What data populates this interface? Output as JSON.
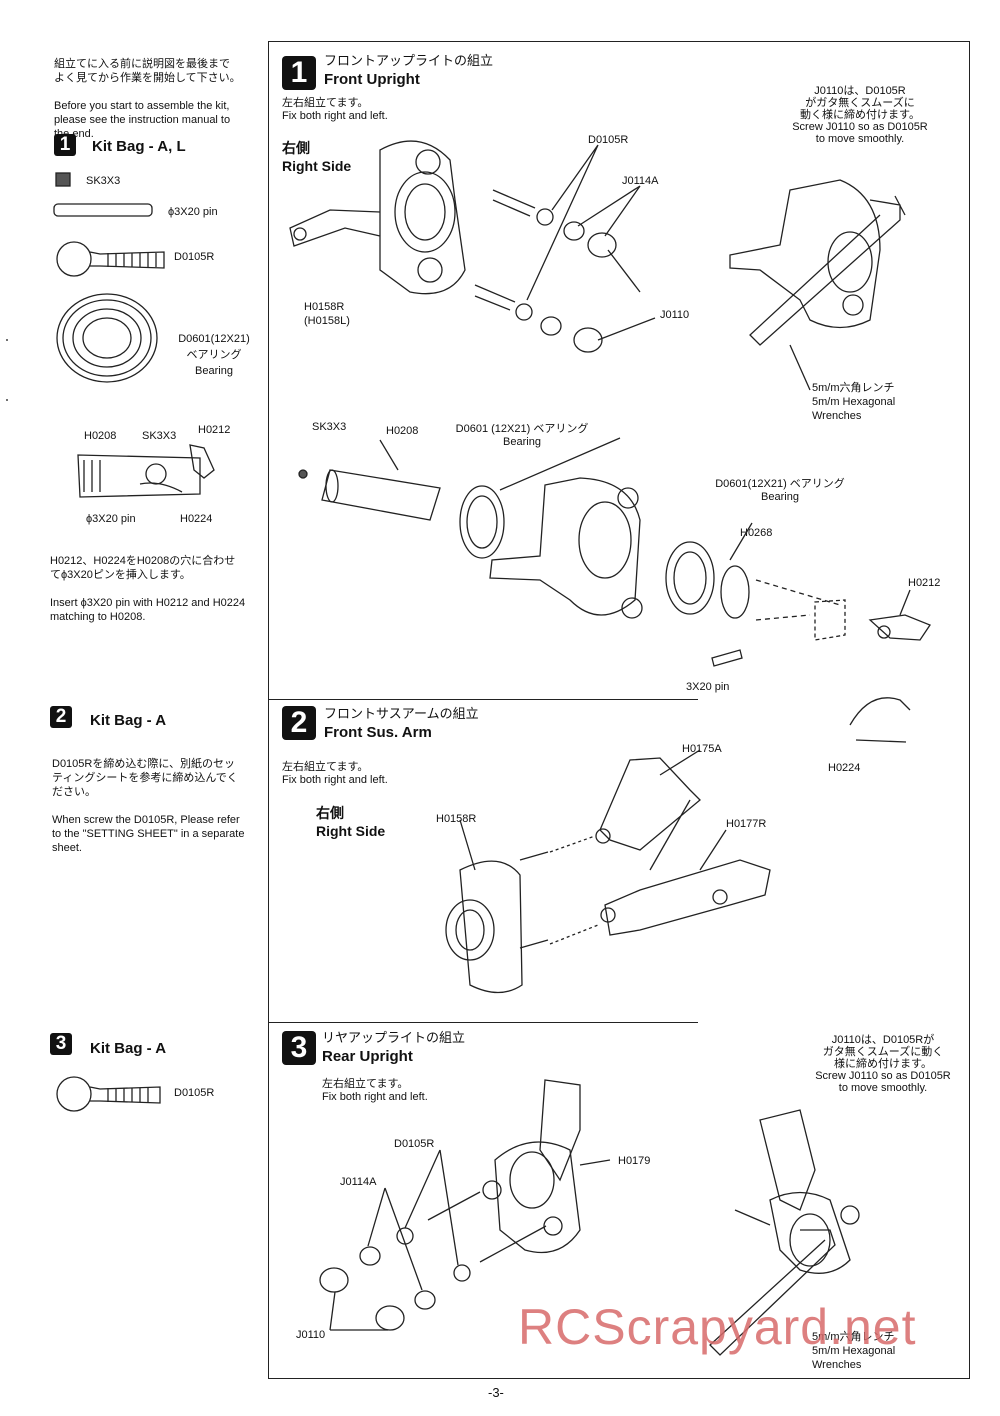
{
  "intro": {
    "jp": "組立てに入る前に説明図を最後まで\nよく見てから作業を開始して下さい。",
    "en": "Before you start to assemble the kit,\nplease see the instruction manual to\nthe end."
  },
  "kits": [
    {
      "num": "1",
      "title": "Kit Bag - A, L"
    },
    {
      "num": "2",
      "title": "Kit Bag - A"
    },
    {
      "num": "3",
      "title": "Kit Bag - A"
    }
  ],
  "kit1_parts": {
    "sk3x3": "SK3X3",
    "pin": "ϕ3X20 pin",
    "d0105r": "D0105R",
    "bearing": "D0601(12X21)\nベアリング\nBearing",
    "h0208": "H0208",
    "sk3x3b": "SK3X3",
    "h0212": "H0212",
    "pin2": "ϕ3X20 pin",
    "h0224": "H0224"
  },
  "kit1_note": {
    "jp": "H0212、H0224をH0208の穴に合わせ\nてϕ3X20ピンを挿入します。",
    "en": "Insert ϕ3X20 pin with H0212 and H0224\nmatching to H0208."
  },
  "kit2_note": {
    "jp": "D0105Rを締め込む際に、別紙のセッ\nティングシートを参考に締め込んでく\nださい。",
    "en": "When screw the D0105R, Please refer\nto the \"SETTING SHEET\" in a separate\nsheet."
  },
  "kit3_parts": {
    "d0105r": "D0105R"
  },
  "steps": [
    {
      "num": "1",
      "title_jp": "フロントアップライトの組立",
      "title_en": "Front Upright",
      "fix_jp": "左右組立てます。",
      "fix_en": "Fix both right and left.",
      "side": "右側\nRight Side",
      "labels": {
        "d0105r": "D0105R",
        "j0114a": "J0114A",
        "j0110": "J0110",
        "h0158r": "H0158R\n(H0158L)",
        "note": "J0110は、D0105R\nがガタ無くスムーズに\n動く様に締め付けます。\nScrew J0110 so as D0105R\nto move smoothly.",
        "wrench": "5m/m六角レンチ\n5m/m Hexagonal\nWrenches",
        "sk3x3": "SK3X3",
        "h0208": "H0208",
        "bearing1": "D0601 (12X21) ベアリング\nBearing",
        "bearing2": "D0601(12X21) ベアリング\nBearing",
        "h0268": "H0268",
        "h0212": "H0212",
        "pin": "3X20 pin",
        "h0224": "H0224"
      }
    },
    {
      "num": "2",
      "title_jp": "フロントサスアームの組立",
      "title_en": "Front Sus. Arm",
      "fix_jp": "左右組立てます。",
      "fix_en": "Fix both right and left.",
      "side": "右側\nRight Side",
      "labels": {
        "h0158r": "H0158R",
        "h0175a": "H0175A",
        "h0177r": "H0177R"
      }
    },
    {
      "num": "3",
      "title_jp": "リヤアップライトの組立",
      "title_en": "Rear Upright",
      "fix_jp": "左右組立てます。",
      "fix_en": "Fix both right and left.",
      "labels": {
        "d0105r": "D0105R",
        "h0179": "H0179",
        "j0114a": "J0114A",
        "j0110": "J0110",
        "note": "J0110は、D0105Rが\nガタ無くスムーズに動く\n様に締め付けます。\nScrew J0110 so as D0105R\nto move smoothly.",
        "wrench": "5m/m六角レンチ\n5m/m Hexagonal\nWrenches"
      }
    }
  ],
  "watermark": "RCScrapyard.net",
  "page_number": "-3-"
}
